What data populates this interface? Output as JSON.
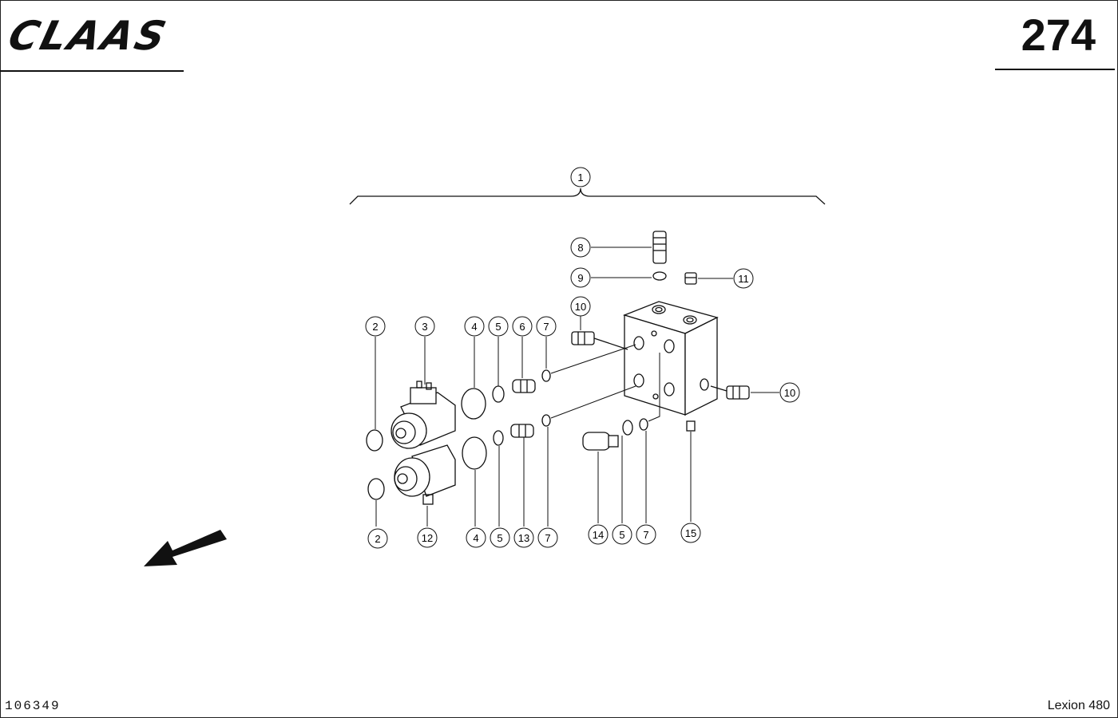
{
  "header": {
    "brand": "CLAAS",
    "page_number": "274"
  },
  "footer": {
    "document_number": "106349",
    "model": "Lexion 480"
  },
  "callouts": [
    {
      "id": "c1",
      "label": "1"
    },
    {
      "id": "c2a",
      "label": "2"
    },
    {
      "id": "c2b",
      "label": "2"
    },
    {
      "id": "c3",
      "label": "3"
    },
    {
      "id": "c4a",
      "label": "4"
    },
    {
      "id": "c4b",
      "label": "4"
    },
    {
      "id": "c5a",
      "label": "5"
    },
    {
      "id": "c5b",
      "label": "5"
    },
    {
      "id": "c5c",
      "label": "5"
    },
    {
      "id": "c6",
      "label": "6"
    },
    {
      "id": "c7a",
      "label": "7"
    },
    {
      "id": "c7b",
      "label": "7"
    },
    {
      "id": "c7c",
      "label": "7"
    },
    {
      "id": "c8",
      "label": "8"
    },
    {
      "id": "c9",
      "label": "9"
    },
    {
      "id": "c10a",
      "label": "10"
    },
    {
      "id": "c10b",
      "label": "10"
    },
    {
      "id": "c11",
      "label": "11"
    },
    {
      "id": "c12",
      "label": "12"
    },
    {
      "id": "c13",
      "label": "13"
    },
    {
      "id": "c14",
      "label": "14"
    },
    {
      "id": "c15",
      "label": "15"
    }
  ]
}
